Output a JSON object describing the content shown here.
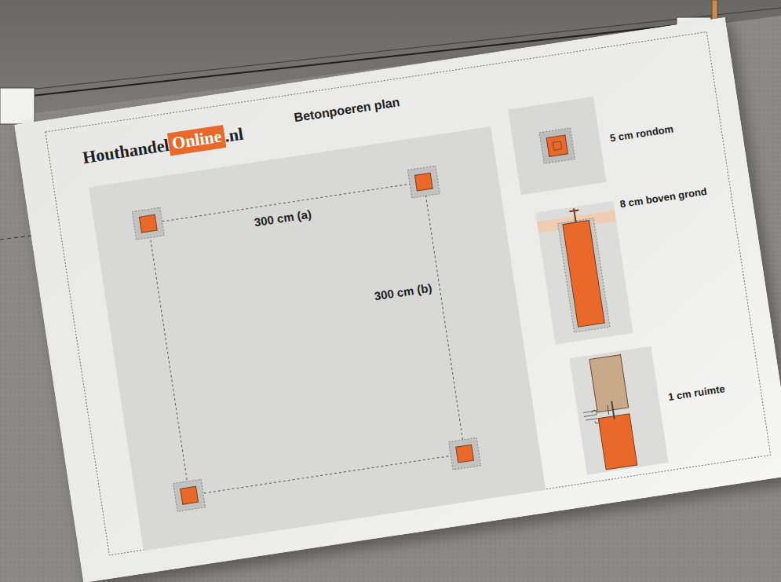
{
  "diagram": {
    "title": "Betonpoeren plan",
    "labels": [
      "Houthandel",
      "Online",
      ".nl",
      "300 cm (a)",
      "300 cm (b)",
      "5 cm rondom",
      "8 cm boven grond",
      "1 cm ruimte"
    ]
  }
}
